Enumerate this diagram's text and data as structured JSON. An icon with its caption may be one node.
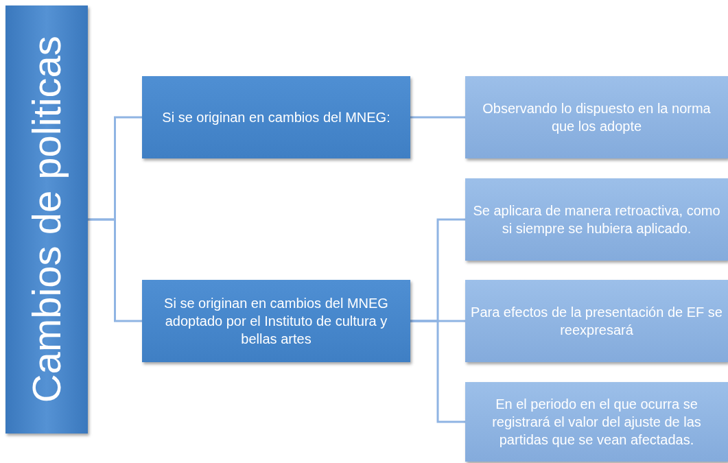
{
  "diagram": {
    "nodes": [
      {
        "text": [
          "Cambios de politicas"
        ]
      },
      {
        "text": [
          "Si se originan en cambios del MNEG:"
        ]
      },
      {
        "text": [
          "Observando lo dispuesto en la norma que los adopte"
        ]
      },
      {
        "text": [
          "Si se originan en cambios del MNEG adoptado por el Instituto de cultura y bellas artes"
        ]
      },
      {
        "text": [
          "Se aplicara de manera retroactiva, como si siempre se hubiera aplicado."
        ]
      },
      {
        "text": [
          "Para efectos de la presentación de EF se reexpresará"
        ]
      },
      {
        "text": [
          "En el periodo en el que ocurra se registrará el valor del ajuste de las partidas que se vean afectadas."
        ]
      }
    ],
    "edges": [
      {
        "from": 0,
        "to": 1,
        "arrow": "none"
      },
      {
        "from": 0,
        "to": 3,
        "arrow": "none"
      },
      {
        "from": 1,
        "to": 2,
        "arrow": "none"
      },
      {
        "from": 3,
        "to": 4,
        "arrow": "none"
      },
      {
        "from": 3,
        "to": 5,
        "arrow": "none"
      },
      {
        "from": 3,
        "to": 6,
        "arrow": "none"
      }
    ]
  }
}
